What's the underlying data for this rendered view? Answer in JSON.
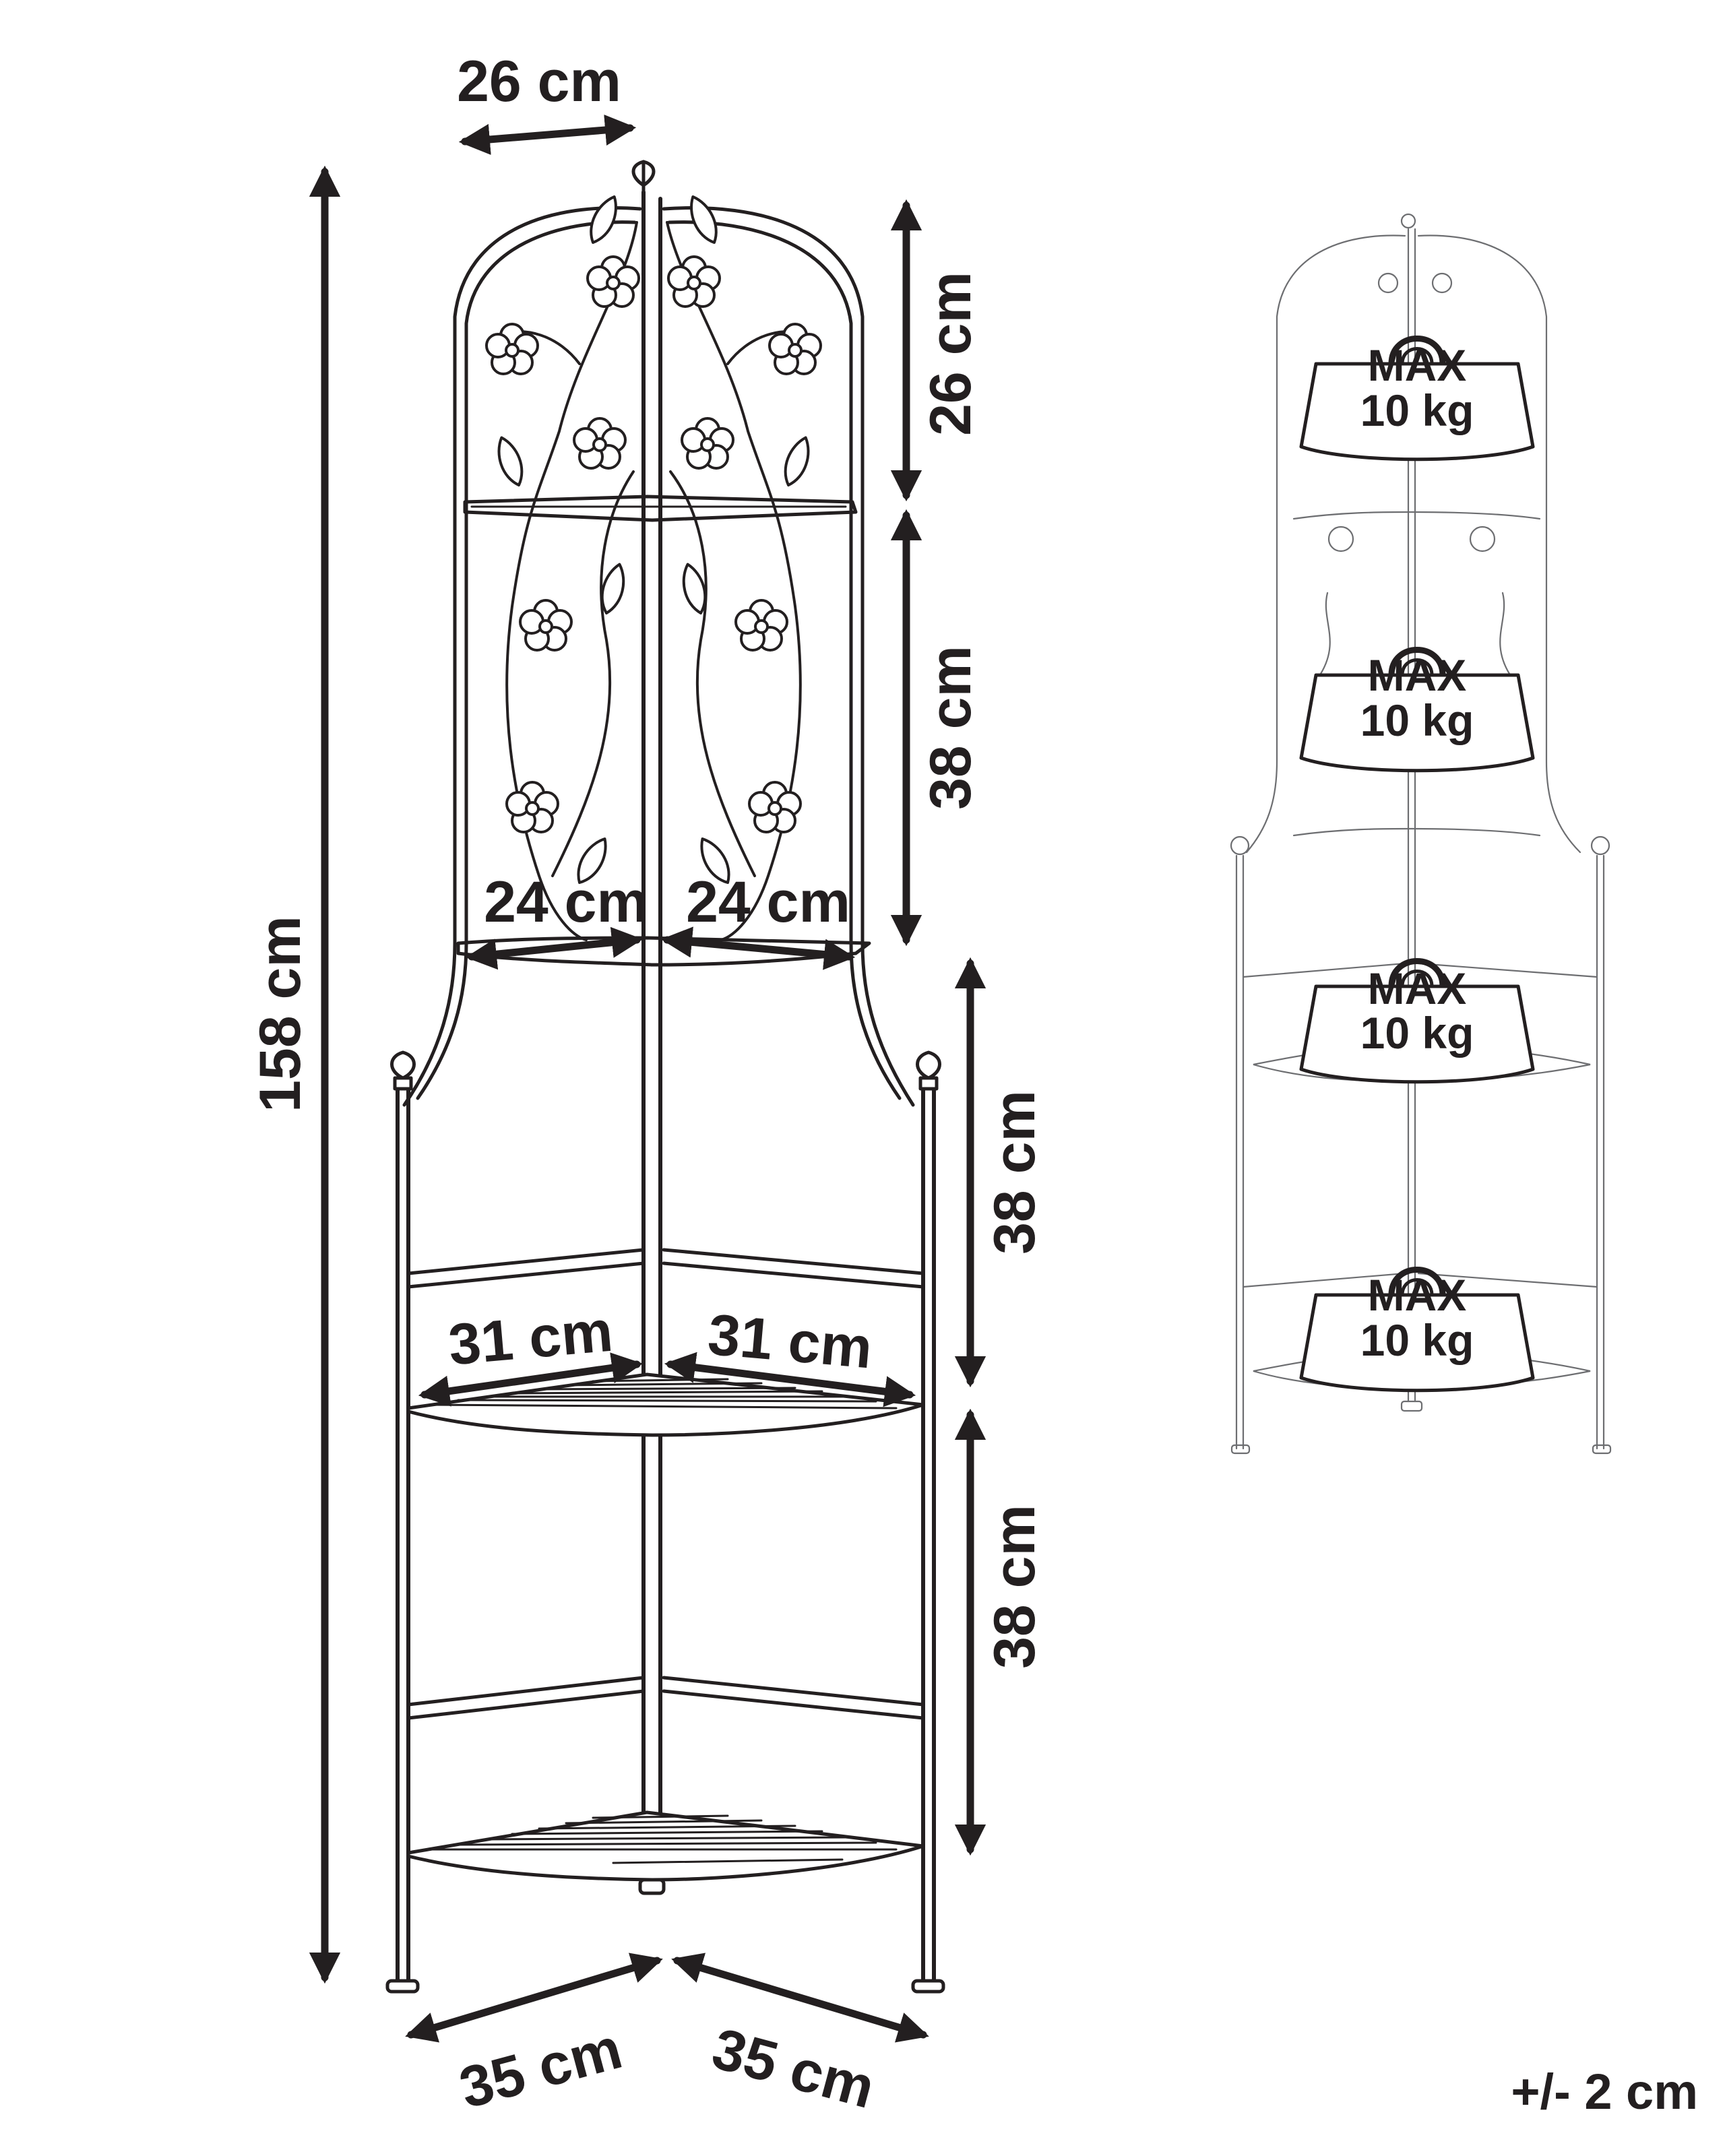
{
  "dimensions": {
    "top_width": "26 cm",
    "total_height": "158 cm",
    "arch_height": "26 cm",
    "upper_gap": "38 cm",
    "middle_gap": "38 cm",
    "lower_gap": "38 cm",
    "upper_shelf_left": "24 cm",
    "upper_shelf_right": "24 cm",
    "middle_shelf_left": "31 cm",
    "middle_shelf_right": "31 cm",
    "base_left": "35 cm",
    "base_right": "35 cm"
  },
  "load_labels": [
    {
      "max": "MAX",
      "weight": "10 kg"
    },
    {
      "max": "MAX",
      "weight": "10 kg"
    },
    {
      "max": "MAX",
      "weight": "10 kg"
    },
    {
      "max": "MAX",
      "weight": "10 kg"
    }
  ],
  "tolerance": "+/- 2 cm",
  "colors": {
    "ink": "#231f20",
    "fill": "#ffffff",
    "faint": "#6d6e71"
  }
}
